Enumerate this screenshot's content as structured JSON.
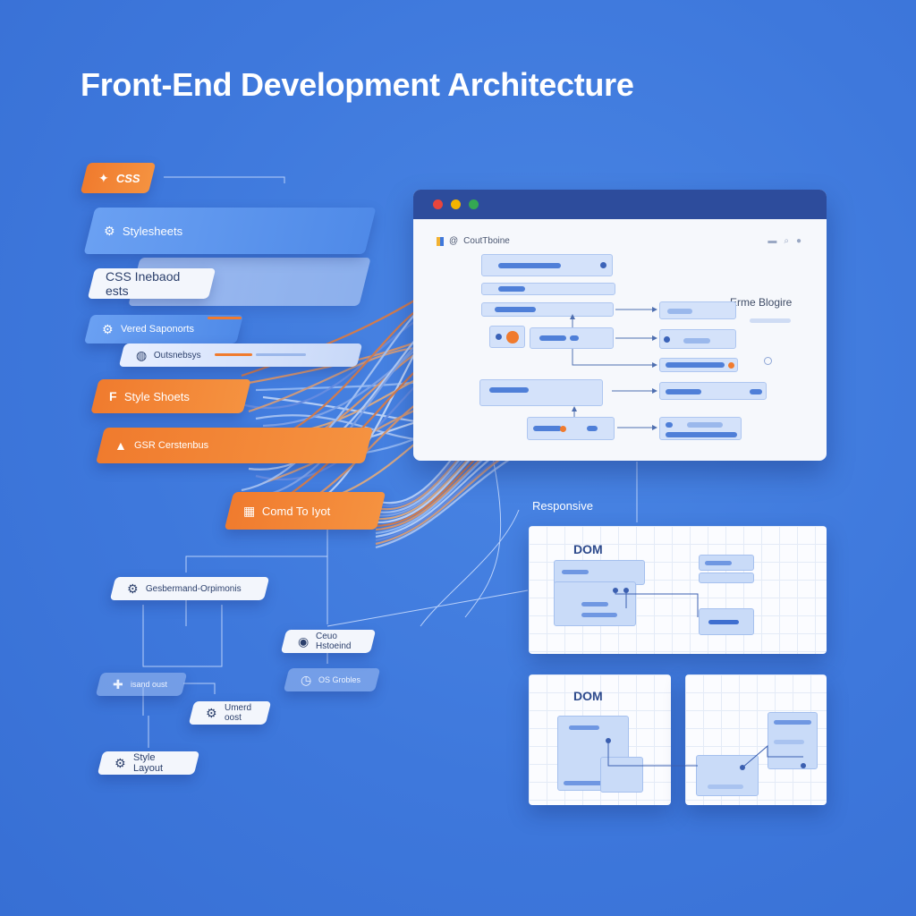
{
  "title": "Front-End Development Architecture",
  "left_stack": {
    "css_tag": "CSS",
    "stylesheets": "Stylesheets",
    "css_inebaod": "CSS Inebaod ests",
    "vered_saponorts": "Vered Saponorts",
    "outsnebsys": "Outsnebsys",
    "style_shoets": "Style Shoets",
    "gsr_cerstenbus": "GSR Cerstenbus",
    "comd_to_iyot": "Comd To Iyot"
  },
  "tree": {
    "gesbermand": "Gesbermand-Orpimonis",
    "ceuo_hstoeind": "Ceuo Hstoeind",
    "isand_oust": "isand oust",
    "os_grobles": "OS Grobles",
    "umerd_oost": "Umerd oost",
    "style_layout": "Style Layout"
  },
  "browser": {
    "tab_label": "CoutTboine",
    "heading": "Erme Blogire",
    "colors": {
      "red": "#e8453c",
      "yellow": "#f4b400",
      "green": "#34a853"
    }
  },
  "responsive_label": "Responsive",
  "panels": [
    {
      "title": "DOM"
    },
    {
      "title": "DOM"
    }
  ],
  "icons": {
    "css": "fire-badge-icon",
    "stylesheets": "gear-icon",
    "vered": "gear-icon",
    "outsnebsys": "globe-icon",
    "style_shoets": "f-logo-icon",
    "gsr": "mountain-icon",
    "comd": "boxes-icon",
    "gesbermand": "gear-icon",
    "ceuo": "eye-icon",
    "isand": "puzzle-icon",
    "os": "clock-icon",
    "umerd": "settings-icon",
    "style_layout": "gear-icon"
  },
  "palette": {
    "accent_orange": "#f07b2e",
    "accent_blue": "#3e78dc",
    "node_blue": "#4f7fd8"
  }
}
